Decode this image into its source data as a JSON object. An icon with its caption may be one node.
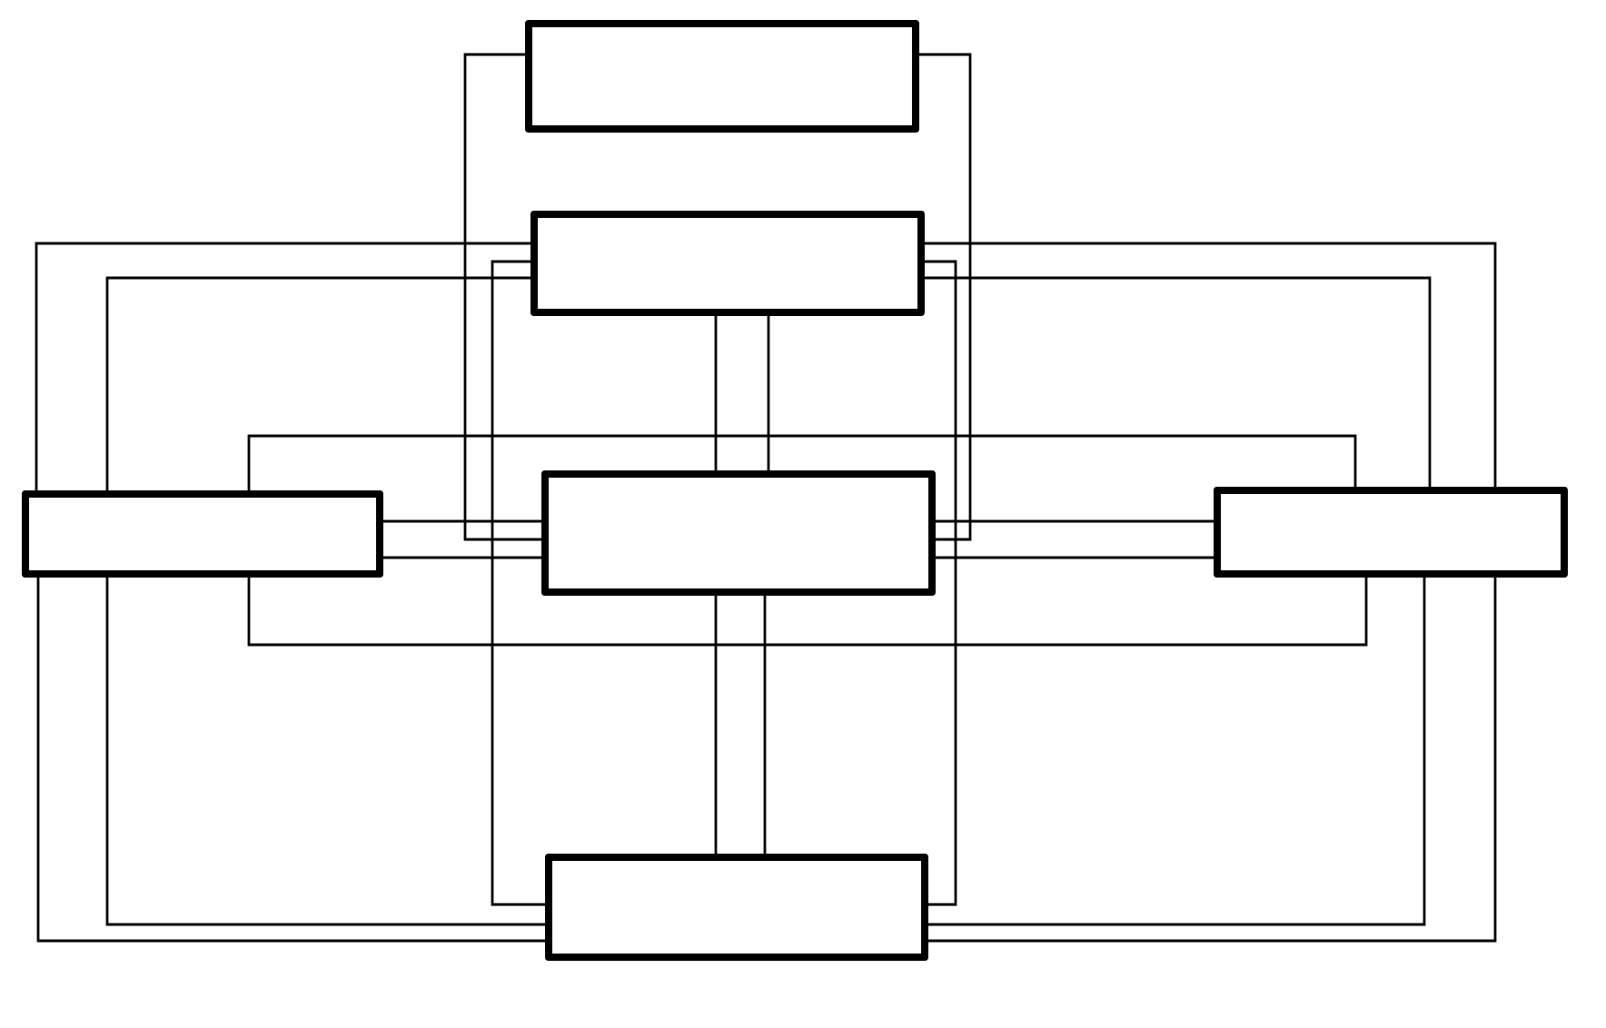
{
  "diagram": {
    "nodes": [
      {
        "text": [],
        "shape": "box"
      },
      {
        "text": [],
        "shape": "box"
      },
      {
        "text": [],
        "shape": "box"
      },
      {
        "text": [],
        "shape": "box"
      },
      {
        "text": [],
        "shape": "box"
      },
      {
        "text": [],
        "shape": "box"
      }
    ],
    "edges": [
      {
        "from": 0,
        "to": 3,
        "arrow": "none"
      },
      {
        "from": 0,
        "to": 3,
        "arrow": "none"
      },
      {
        "from": 1,
        "to": 2,
        "arrow": "none"
      },
      {
        "from": 1,
        "to": 2,
        "arrow": "none"
      },
      {
        "from": 1,
        "to": 4,
        "arrow": "none"
      },
      {
        "from": 1,
        "to": 4,
        "arrow": "none"
      },
      {
        "from": 1,
        "to": 5,
        "arrow": "none"
      },
      {
        "from": 1,
        "to": 5,
        "arrow": "none"
      },
      {
        "from": 1,
        "to": 3,
        "arrow": "none"
      },
      {
        "from": 1,
        "to": 3,
        "arrow": "none"
      },
      {
        "from": 2,
        "to": 3,
        "arrow": "none"
      },
      {
        "from": 2,
        "to": 3,
        "arrow": "none"
      },
      {
        "from": 3,
        "to": 4,
        "arrow": "none"
      },
      {
        "from": 3,
        "to": 4,
        "arrow": "none"
      },
      {
        "from": 2,
        "to": 4,
        "arrow": "none"
      },
      {
        "from": 2,
        "to": 4,
        "arrow": "none"
      },
      {
        "from": 3,
        "to": 5,
        "arrow": "none"
      },
      {
        "from": 3,
        "to": 5,
        "arrow": "none"
      },
      {
        "from": 2,
        "to": 5,
        "arrow": "none"
      },
      {
        "from": 2,
        "to": 5,
        "arrow": "none"
      },
      {
        "from": 4,
        "to": 5,
        "arrow": "none"
      },
      {
        "from": 4,
        "to": 5,
        "arrow": "none"
      }
    ]
  }
}
